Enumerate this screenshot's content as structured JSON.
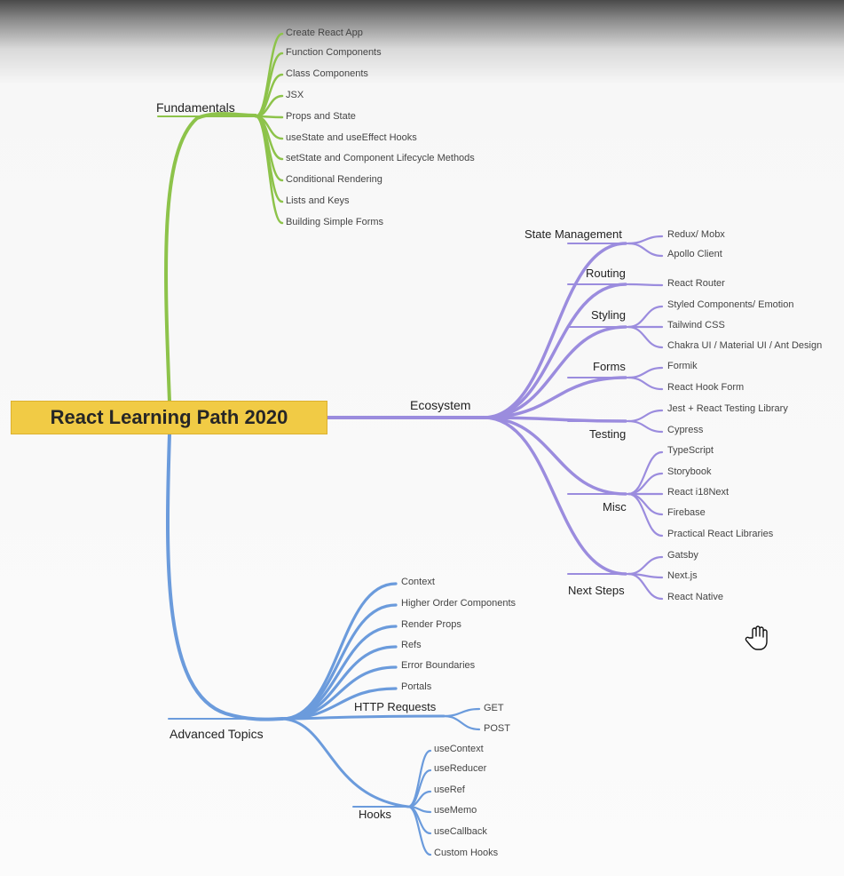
{
  "root": {
    "label": "React Learning Path 2020"
  },
  "colors": {
    "fundamentals": "#8dc34a",
    "ecosystem": "#9b8cde",
    "advanced": "#6b9bdc",
    "root_fill": "#f1cb45"
  },
  "branches": [
    {
      "id": "fundamentals",
      "label": "Fundamentals",
      "color": "#8dc34a",
      "children": [
        {
          "label": "Create React App"
        },
        {
          "label": "Function Components"
        },
        {
          "label": "Class Components"
        },
        {
          "label": "JSX"
        },
        {
          "label": "Props and State"
        },
        {
          "label": "useState and useEffect Hooks"
        },
        {
          "label": "setState and Component Lifecycle Methods"
        },
        {
          "label": "Conditional Rendering"
        },
        {
          "label": "Lists and Keys"
        },
        {
          "label": "Building Simple Forms"
        }
      ]
    },
    {
      "id": "ecosystem",
      "label": "Ecosystem",
      "color": "#9b8cde",
      "children": [
        {
          "label": "State Management",
          "children": [
            {
              "label": "Redux/ Mobx"
            },
            {
              "label": "Apollo Client"
            }
          ]
        },
        {
          "label": "Routing",
          "children": [
            {
              "label": "React Router"
            }
          ]
        },
        {
          "label": "Styling",
          "children": [
            {
              "label": "Styled Components/ Emotion"
            },
            {
              "label": "Tailwind CSS"
            },
            {
              "label": "Chakra UI / Material UI / Ant Design"
            }
          ]
        },
        {
          "label": "Forms",
          "children": [
            {
              "label": "Formik"
            },
            {
              "label": "React Hook Form"
            }
          ]
        },
        {
          "label": "Testing",
          "children": [
            {
              "label": "Jest + React Testing Library"
            },
            {
              "label": "Cypress"
            }
          ]
        },
        {
          "label": "Misc",
          "children": [
            {
              "label": "TypeScript"
            },
            {
              "label": "Storybook"
            },
            {
              "label": "React i18Next"
            },
            {
              "label": "Firebase"
            },
            {
              "label": "Practical React Libraries"
            }
          ]
        },
        {
          "label": "Next Steps",
          "children": [
            {
              "label": "Gatsby"
            },
            {
              "label": "Next.js"
            },
            {
              "label": "React Native"
            }
          ]
        }
      ]
    },
    {
      "id": "advanced",
      "label": "Advanced Topics",
      "color": "#6b9bdc",
      "children": [
        {
          "label": "Context"
        },
        {
          "label": "Higher Order Components"
        },
        {
          "label": "Render Props"
        },
        {
          "label": "Refs"
        },
        {
          "label": "Error Boundaries"
        },
        {
          "label": "Portals"
        },
        {
          "label": "HTTP Requests",
          "children": [
            {
              "label": "GET"
            },
            {
              "label": "POST"
            }
          ]
        },
        {
          "label": "Hooks",
          "children": [
            {
              "label": "useContext"
            },
            {
              "label": "useReducer"
            },
            {
              "label": "useRef"
            },
            {
              "label": "useMemo"
            },
            {
              "label": "useCallback"
            },
            {
              "label": "Custom Hooks"
            }
          ]
        }
      ]
    }
  ],
  "cursor": {
    "icon": "hand-pointer-icon"
  }
}
